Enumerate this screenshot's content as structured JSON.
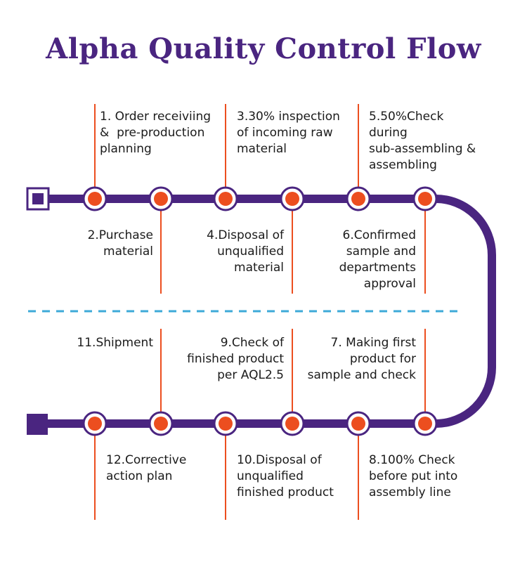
{
  "title": "Alpha Quality Control Flow",
  "colors": {
    "track": "#4a2580",
    "accent": "#ec4e1f",
    "divider": "#3eaad8",
    "text": "#1b1b1b"
  },
  "steps": [
    {
      "id": 1,
      "text": "1. Order receiviing\n&  pre-production\nplanning"
    },
    {
      "id": 2,
      "text": "2.Purchase\nmaterial"
    },
    {
      "id": 3,
      "text": "3.30% inspection\nof incoming raw\nmaterial"
    },
    {
      "id": 4,
      "text": "4.Disposal of\nunqualified\nmaterial"
    },
    {
      "id": 5,
      "text": "5.50%Check\nduring\nsub-assembling &\nassembling"
    },
    {
      "id": 6,
      "text": "6.Confirmed\nsample and\ndepartments\napproval"
    },
    {
      "id": 7,
      "text": "7. Making first\nproduct for\nsample and check"
    },
    {
      "id": 8,
      "text": "8.100% Check\nbefore put into\nassembly line"
    },
    {
      "id": 9,
      "text": "9.Check of\nfinished product\nper AQL2.5"
    },
    {
      "id": 10,
      "text": "10.Disposal of\nunqualified\nfinished product"
    },
    {
      "id": 11,
      "text": "11.Shipment"
    },
    {
      "id": 12,
      "text": "12.Corrective\naction plan"
    }
  ]
}
